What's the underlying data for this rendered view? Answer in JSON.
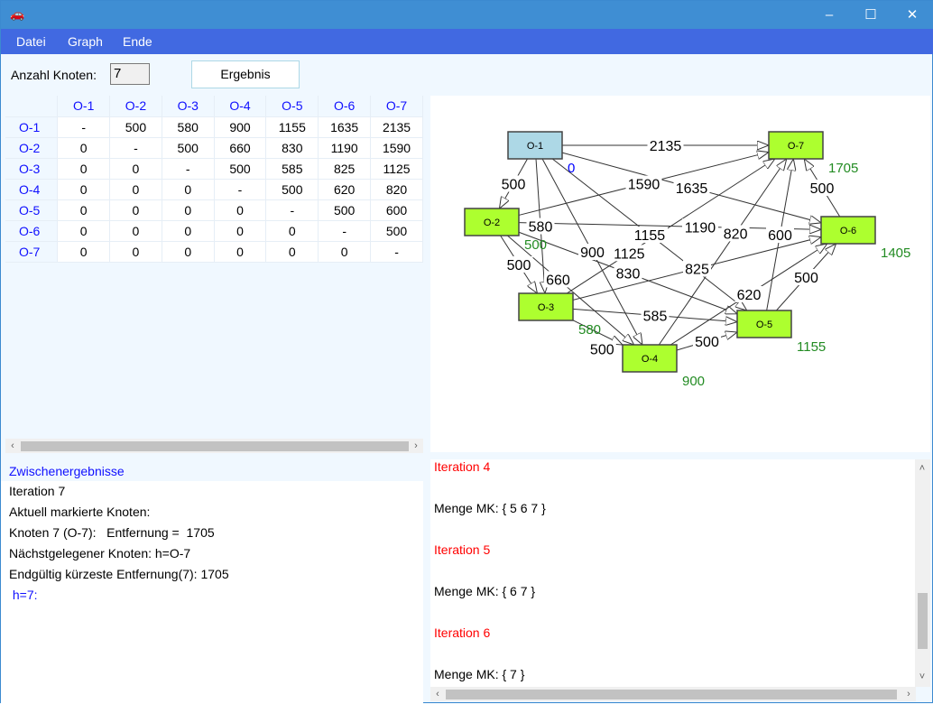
{
  "window": {
    "icon": "car-icon",
    "minimize": "–",
    "maximize": "☐",
    "close": "✕"
  },
  "menu": [
    "Datei",
    "Graph",
    "Ende"
  ],
  "toolbar": {
    "nodes_label": "Anzahl Knoten:",
    "nodes_value": "7",
    "result_button": "Ergebnis"
  },
  "matrix": {
    "headers": [
      "O-1",
      "O-2",
      "O-3",
      "O-4",
      "O-5",
      "O-6",
      "O-7"
    ],
    "rows": [
      [
        "O-1",
        "-",
        "500",
        "580",
        "900",
        "1155",
        "1635",
        "2135"
      ],
      [
        "O-2",
        "0",
        "-",
        "500",
        "660",
        "830",
        "1190",
        "1590"
      ],
      [
        "O-3",
        "0",
        "0",
        "-",
        "500",
        "585",
        "825",
        "1125"
      ],
      [
        "O-4",
        "0",
        "0",
        "0",
        "-",
        "500",
        "620",
        "820"
      ],
      [
        "O-5",
        "0",
        "0",
        "0",
        "0",
        "-",
        "500",
        "600"
      ],
      [
        "O-6",
        "0",
        "0",
        "0",
        "0",
        "0",
        "-",
        "500"
      ],
      [
        "O-7",
        "0",
        "0",
        "0",
        "0",
        "0",
        "0",
        "-"
      ]
    ]
  },
  "graph": {
    "nodes": [
      {
        "id": "O-1",
        "dist": "0",
        "color": "#add8e6",
        "dist_color": "#0000ff"
      },
      {
        "id": "O-2",
        "dist": "500",
        "color": "#adff2f",
        "dist_color": "#228b22"
      },
      {
        "id": "O-3",
        "dist": "580",
        "color": "#adff2f",
        "dist_color": "#228b22"
      },
      {
        "id": "O-4",
        "dist": "900",
        "color": "#adff2f",
        "dist_color": "#228b22"
      },
      {
        "id": "O-5",
        "dist": "1155",
        "color": "#adff2f",
        "dist_color": "#228b22"
      },
      {
        "id": "O-6",
        "dist": "1405",
        "color": "#adff2f",
        "dist_color": "#228b22"
      },
      {
        "id": "O-7",
        "dist": "1705",
        "color": "#adff2f",
        "dist_color": "#228b22"
      }
    ],
    "edges": [
      [
        0,
        1,
        "500"
      ],
      [
        0,
        2,
        "580"
      ],
      [
        0,
        3,
        "900"
      ],
      [
        0,
        4,
        "1155"
      ],
      [
        0,
        5,
        "1635"
      ],
      [
        0,
        6,
        "2135"
      ],
      [
        1,
        2,
        "500"
      ],
      [
        1,
        3,
        "660"
      ],
      [
        1,
        4,
        "830"
      ],
      [
        1,
        5,
        "1190"
      ],
      [
        1,
        6,
        "1590"
      ],
      [
        2,
        3,
        "500"
      ],
      [
        2,
        4,
        "585"
      ],
      [
        2,
        5,
        "825"
      ],
      [
        2,
        6,
        "1125"
      ],
      [
        3,
        4,
        "500"
      ],
      [
        3,
        5,
        "620"
      ],
      [
        3,
        6,
        "820"
      ],
      [
        4,
        5,
        "500"
      ],
      [
        4,
        6,
        "600"
      ],
      [
        5,
        6,
        "500"
      ]
    ]
  },
  "log_left": {
    "title": "Zwischenergebnisse",
    "lines": [
      "Iteration 7",
      "Aktuell markierte Knoten:",
      "Knoten 7 (O-7):   Entfernung =  1705",
      "Nächstgelegener Knoten: h=O-7",
      "Endgültig kürzeste Entfernung(7):  1705"
    ],
    "last": " h=7:"
  },
  "log_right": [
    {
      "text": "Iteration 4",
      "color": "#ff0000"
    },
    {
      "text": "Menge MK: { 5 6 7 }",
      "color": "#000000"
    },
    {
      "text": "Iteration 5",
      "color": "#ff0000"
    },
    {
      "text": "Menge MK: { 6 7 }",
      "color": "#000000"
    },
    {
      "text": "Iteration 6",
      "color": "#ff0000"
    },
    {
      "text": "Menge MK: { 7 }",
      "color": "#000000"
    }
  ]
}
